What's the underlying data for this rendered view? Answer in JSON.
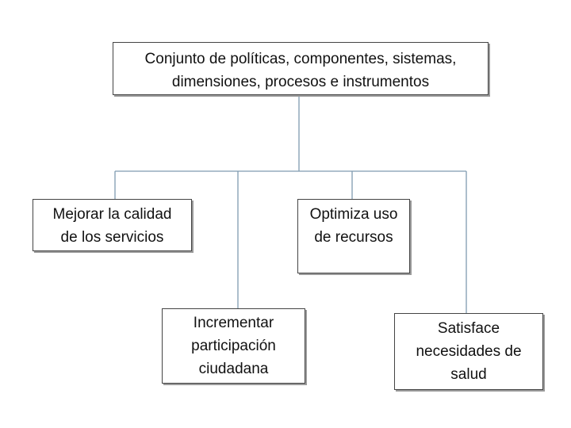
{
  "diagram": {
    "root": {
      "line1": "Conjunto de políticas, componentes, sistemas,",
      "line2": "dimensiones, procesos e instrumentos"
    },
    "nodes": [
      {
        "lines": [
          "Mejorar la calidad",
          "de los servicios"
        ]
      },
      {
        "lines": [
          "Optimiza uso",
          "de recursos"
        ]
      },
      {
        "lines": [
          "Incrementar",
          "participación",
          "ciudadana"
        ]
      },
      {
        "lines": [
          "Satisface",
          "necesidades de",
          "salud"
        ]
      }
    ],
    "colors": {
      "connector": "#7f9bb0",
      "border": "#444444",
      "text": "#111111"
    }
  }
}
